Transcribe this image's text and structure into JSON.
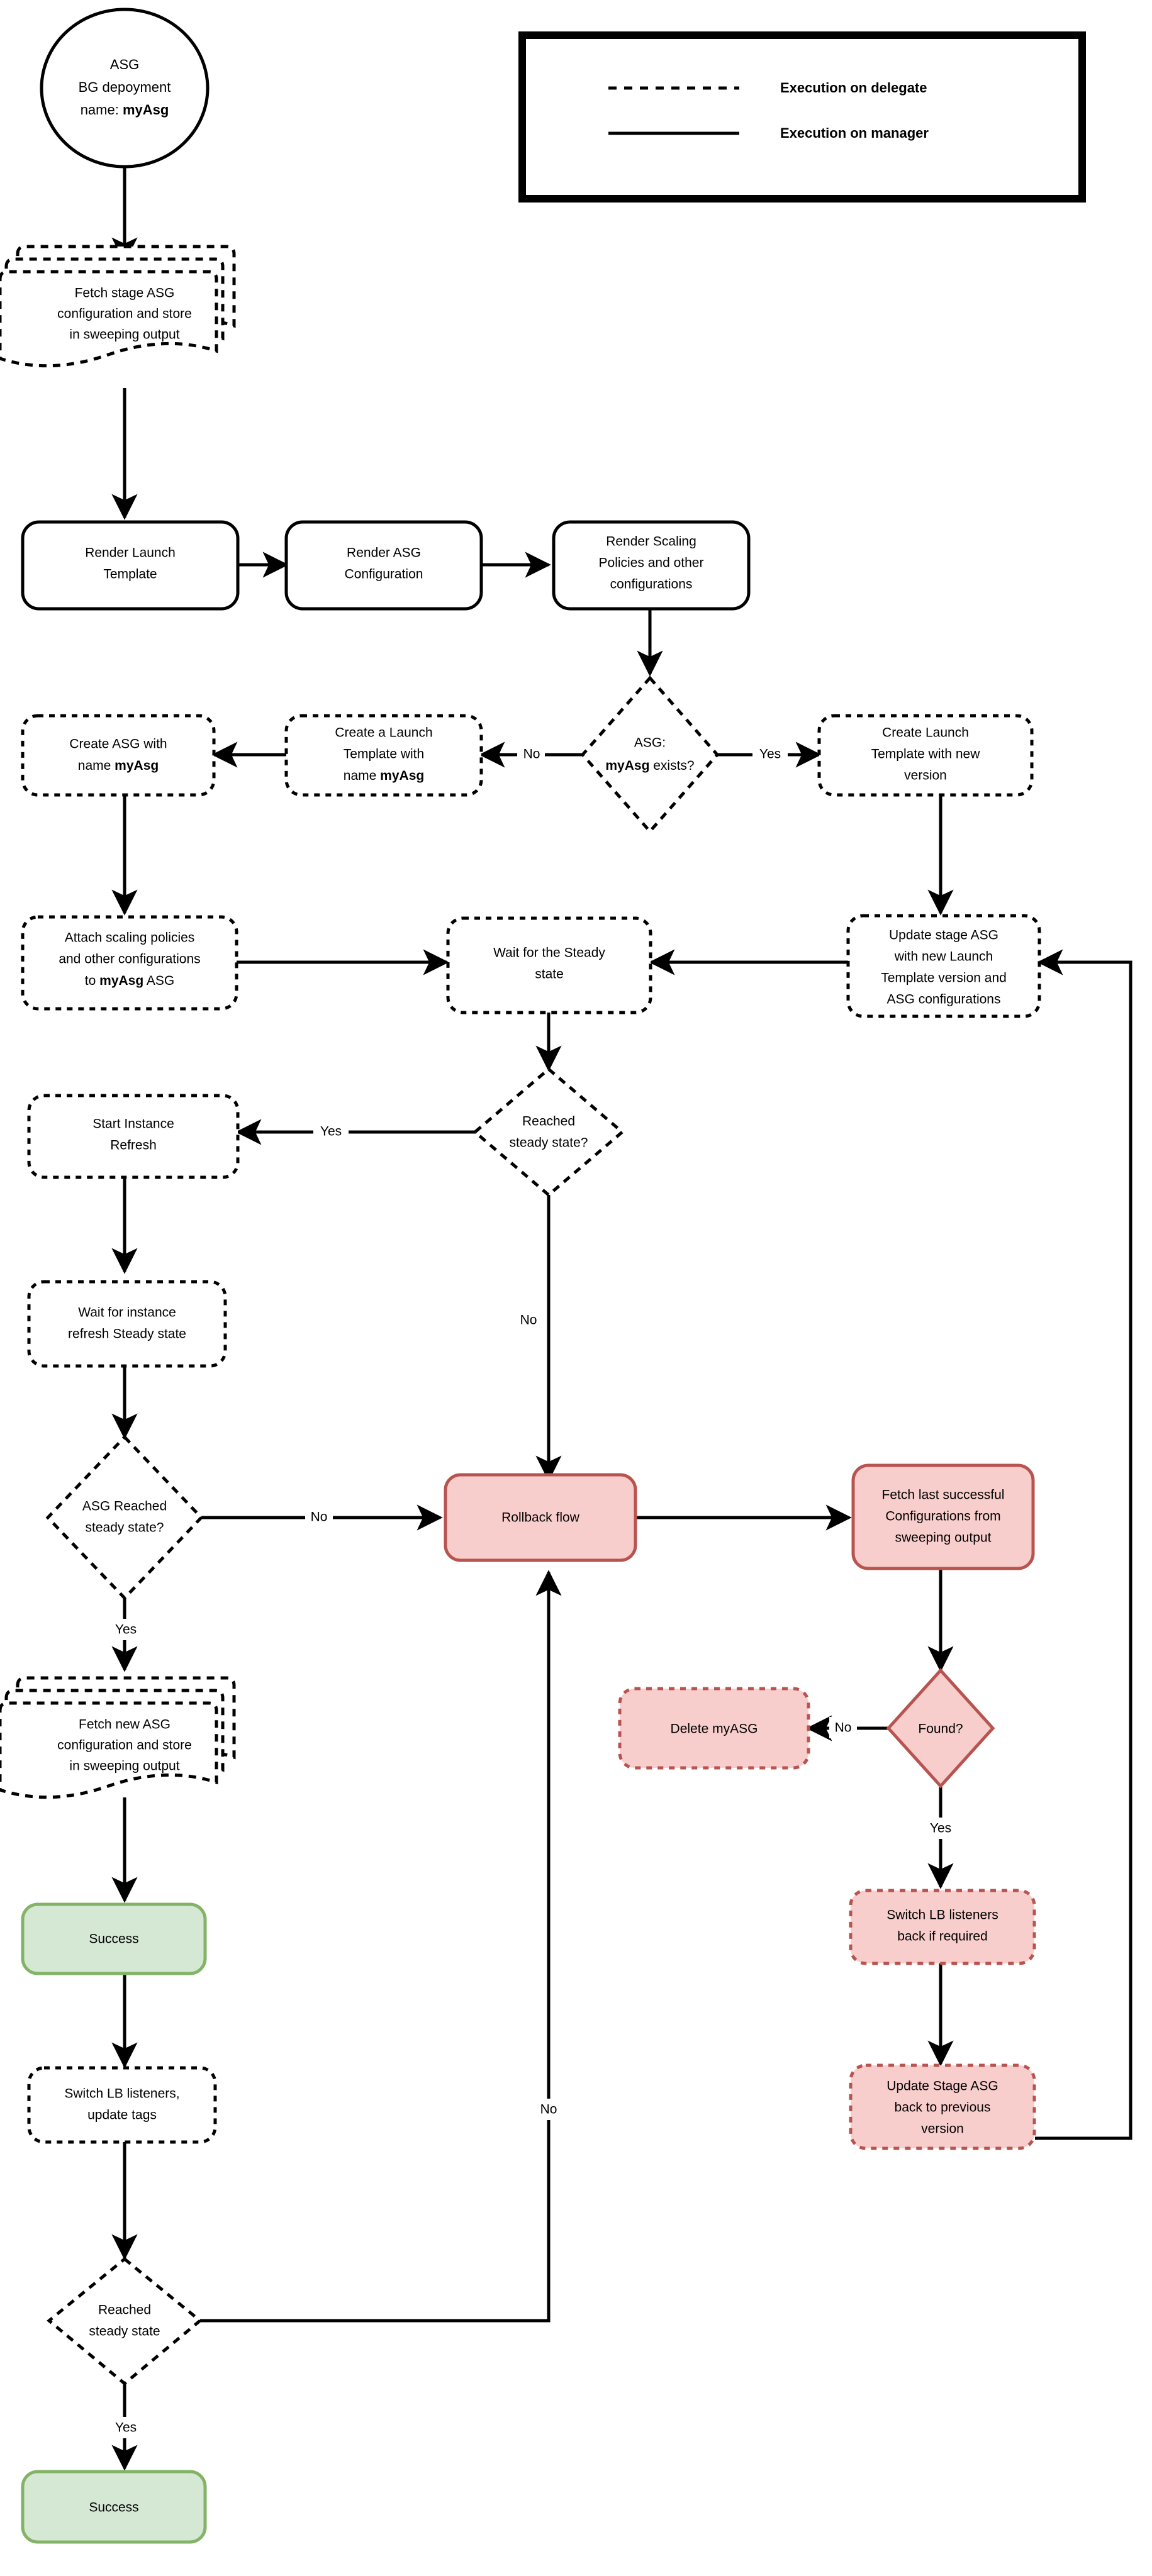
{
  "diagram": {
    "title": "ASG Blue-Green Deployment Flow",
    "colors": {
      "stroke_default": "#000000",
      "rollback_fill": "#f8cecc",
      "rollback_stroke": "#b85450",
      "success_fill": "#d5e8d4",
      "success_stroke": "#82b366",
      "background": "#ffffff"
    }
  },
  "legend": {
    "name": "execution-legend",
    "items": [
      {
        "style": "dashed",
        "label": "Execution on delegate"
      },
      {
        "style": "solid",
        "label": "Execution on manager"
      }
    ]
  },
  "nodes": {
    "start": {
      "l1": "ASG",
      "l2": "BG depoyment",
      "l3a": "name: ",
      "l3b": "myAsg"
    },
    "fetch_stage": {
      "l1": "Fetch stage ASG",
      "l2": "configuration and store",
      "l3": "in sweeping output"
    },
    "render_lt": {
      "l1": "Render Launch",
      "l2": "Template"
    },
    "render_asg": {
      "l1": "Render ASG",
      "l2": "Configuration"
    },
    "render_scaling": {
      "l1": "Render Scaling",
      "l2": "Policies and other",
      "l3": "configurations"
    },
    "asg_exists": {
      "l1": "ASG:",
      "l2a": "myAsg",
      "l2b": " exists?"
    },
    "create_lt_new": {
      "l1": "Create Launch",
      "l2": "Template with new",
      "l3": "version"
    },
    "create_lt_named": {
      "l1": "Create a Launch",
      "l2": "Template with",
      "l3a": "name ",
      "l3b": "myAsg"
    },
    "create_asg": {
      "l1": "Create ASG with",
      "l2a": "name ",
      "l2b": "myAsg"
    },
    "attach_policies": {
      "l1": "Attach scaling policies",
      "l2": "and other configurations",
      "l3a": "to ",
      "l3b": "myAsg",
      "l3c": " ASG"
    },
    "wait_steady": {
      "l1": "Wait for the Steady",
      "l2": "state"
    },
    "update_stage_asg": {
      "l1": "Update stage ASG",
      "l2": "with new Launch",
      "l3": "Template version and",
      "l4": "ASG configurations"
    },
    "reached_steady_1": {
      "l1": "Reached",
      "l2": "steady state?"
    },
    "start_refresh": {
      "l1": "Start Instance",
      "l2": "Refresh"
    },
    "wait_refresh": {
      "l1": "Wait for instance",
      "l2": "refresh Steady state"
    },
    "asg_reached_steady": {
      "l1": "ASG Reached",
      "l2": "steady state?"
    },
    "rollback_flow": {
      "l1": "Rollback flow"
    },
    "fetch_last_success": {
      "l1": "Fetch last successful",
      "l2": "Configurations from",
      "l3": "sweeping output"
    },
    "fetch_new_asg": {
      "l1": "Fetch new ASG",
      "l2": "configuration and store",
      "l3": "in sweeping output"
    },
    "found": {
      "l1": "Found?"
    },
    "delete_myasg": {
      "l1": "Delete myASG"
    },
    "success_1": {
      "l1": "Success"
    },
    "switch_lb_back": {
      "l1": "Switch LB listeners",
      "l2": "back if required"
    },
    "switch_lb_tags": {
      "l1": "Switch LB listeners,",
      "l2": "update tags"
    },
    "update_stage_back": {
      "l1": "Update Stage ASG",
      "l2": "back to previous",
      "l3": "version"
    },
    "reached_steady_2": {
      "l1": "Reached",
      "l2": "steady state"
    },
    "success_2": {
      "l1": "Success"
    }
  },
  "edge_labels": {
    "no_asg_exists": "No",
    "yes_asg_exists": "Yes",
    "yes_reached_steady_1": "Yes",
    "no_reached_steady_1": "No",
    "no_asg_reached_steady": "No",
    "yes_asg_reached_steady": "Yes",
    "no_found": "No",
    "yes_found": "Yes",
    "no_reached_steady_2": "No",
    "yes_reached_steady_2": "Yes"
  }
}
